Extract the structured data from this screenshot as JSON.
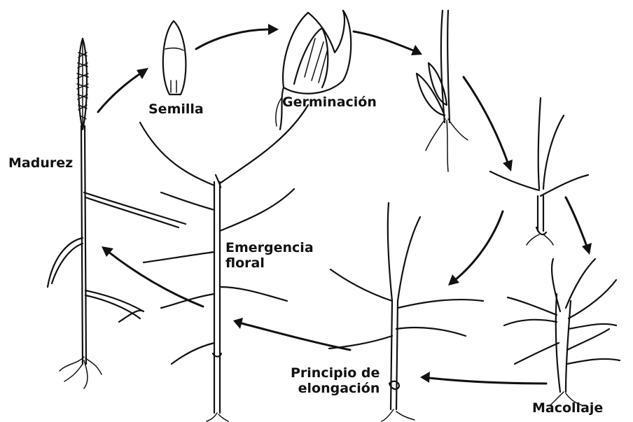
{
  "stages": {
    "semilla": "Semilla",
    "germinacion": "Germinación",
    "macollaje": "Macollaje",
    "principio_line1": "Principio de",
    "principio_line2": "elongación",
    "emergencia_line1": "Emergencia",
    "emergencia_line2": "floral",
    "madurez": "Madurez"
  },
  "colors": {
    "ink": "#111111",
    "background": "#ffffff"
  },
  "icons": [
    "arrow-icon",
    "wheat-plant-icon",
    "seed-icon"
  ]
}
